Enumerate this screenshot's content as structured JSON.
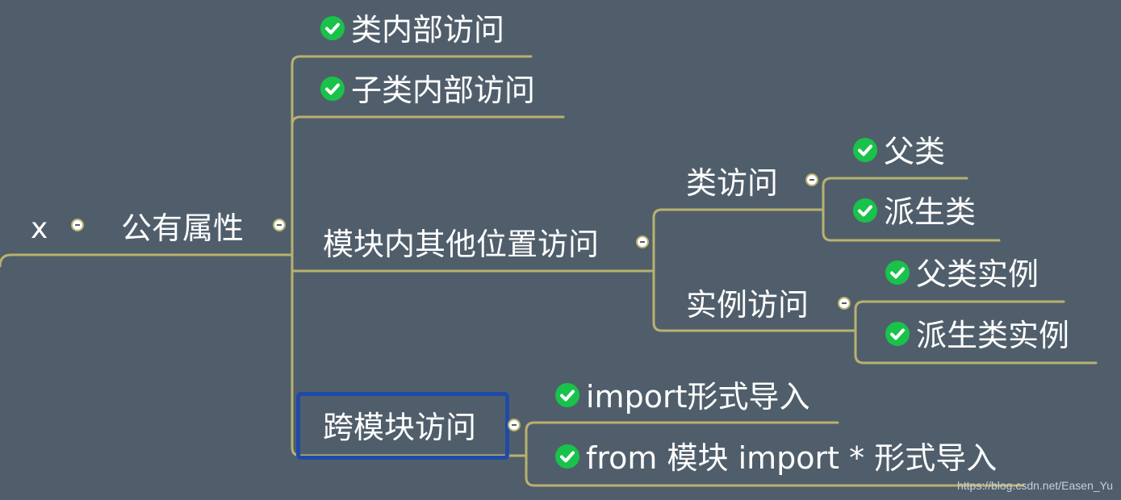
{
  "mindmap": {
    "root": {
      "label": "x"
    },
    "public_attr": {
      "label": "公有属性"
    },
    "in_class": {
      "label": "类内部访问"
    },
    "in_subclass": {
      "label": "子类内部访问"
    },
    "in_module": {
      "label": "模块内其他位置访问"
    },
    "class_access": {
      "label": "类访问"
    },
    "parent_class": {
      "label": "父类"
    },
    "derived_class": {
      "label": "派生类"
    },
    "instance_access": {
      "label": "实例访问"
    },
    "parent_instance": {
      "label": "父类实例"
    },
    "derived_instance": {
      "label": "派生类实例"
    },
    "cross_module": {
      "label": "跨模块访问"
    },
    "import_form": {
      "label": "import形式导入"
    },
    "from_form": {
      "label": "from 模块 import * 形式导入"
    }
  },
  "watermark": "https://blog.csdn.net/Easen_Yu",
  "colors": {
    "background": "#505e6b",
    "branch_line": "#b7b26e",
    "check": "#19c24a",
    "selection": "#1f4aa8",
    "text": "#ffffff"
  },
  "icons": {
    "check": "check-circle-icon",
    "collapse": "collapse-minus-icon"
  }
}
